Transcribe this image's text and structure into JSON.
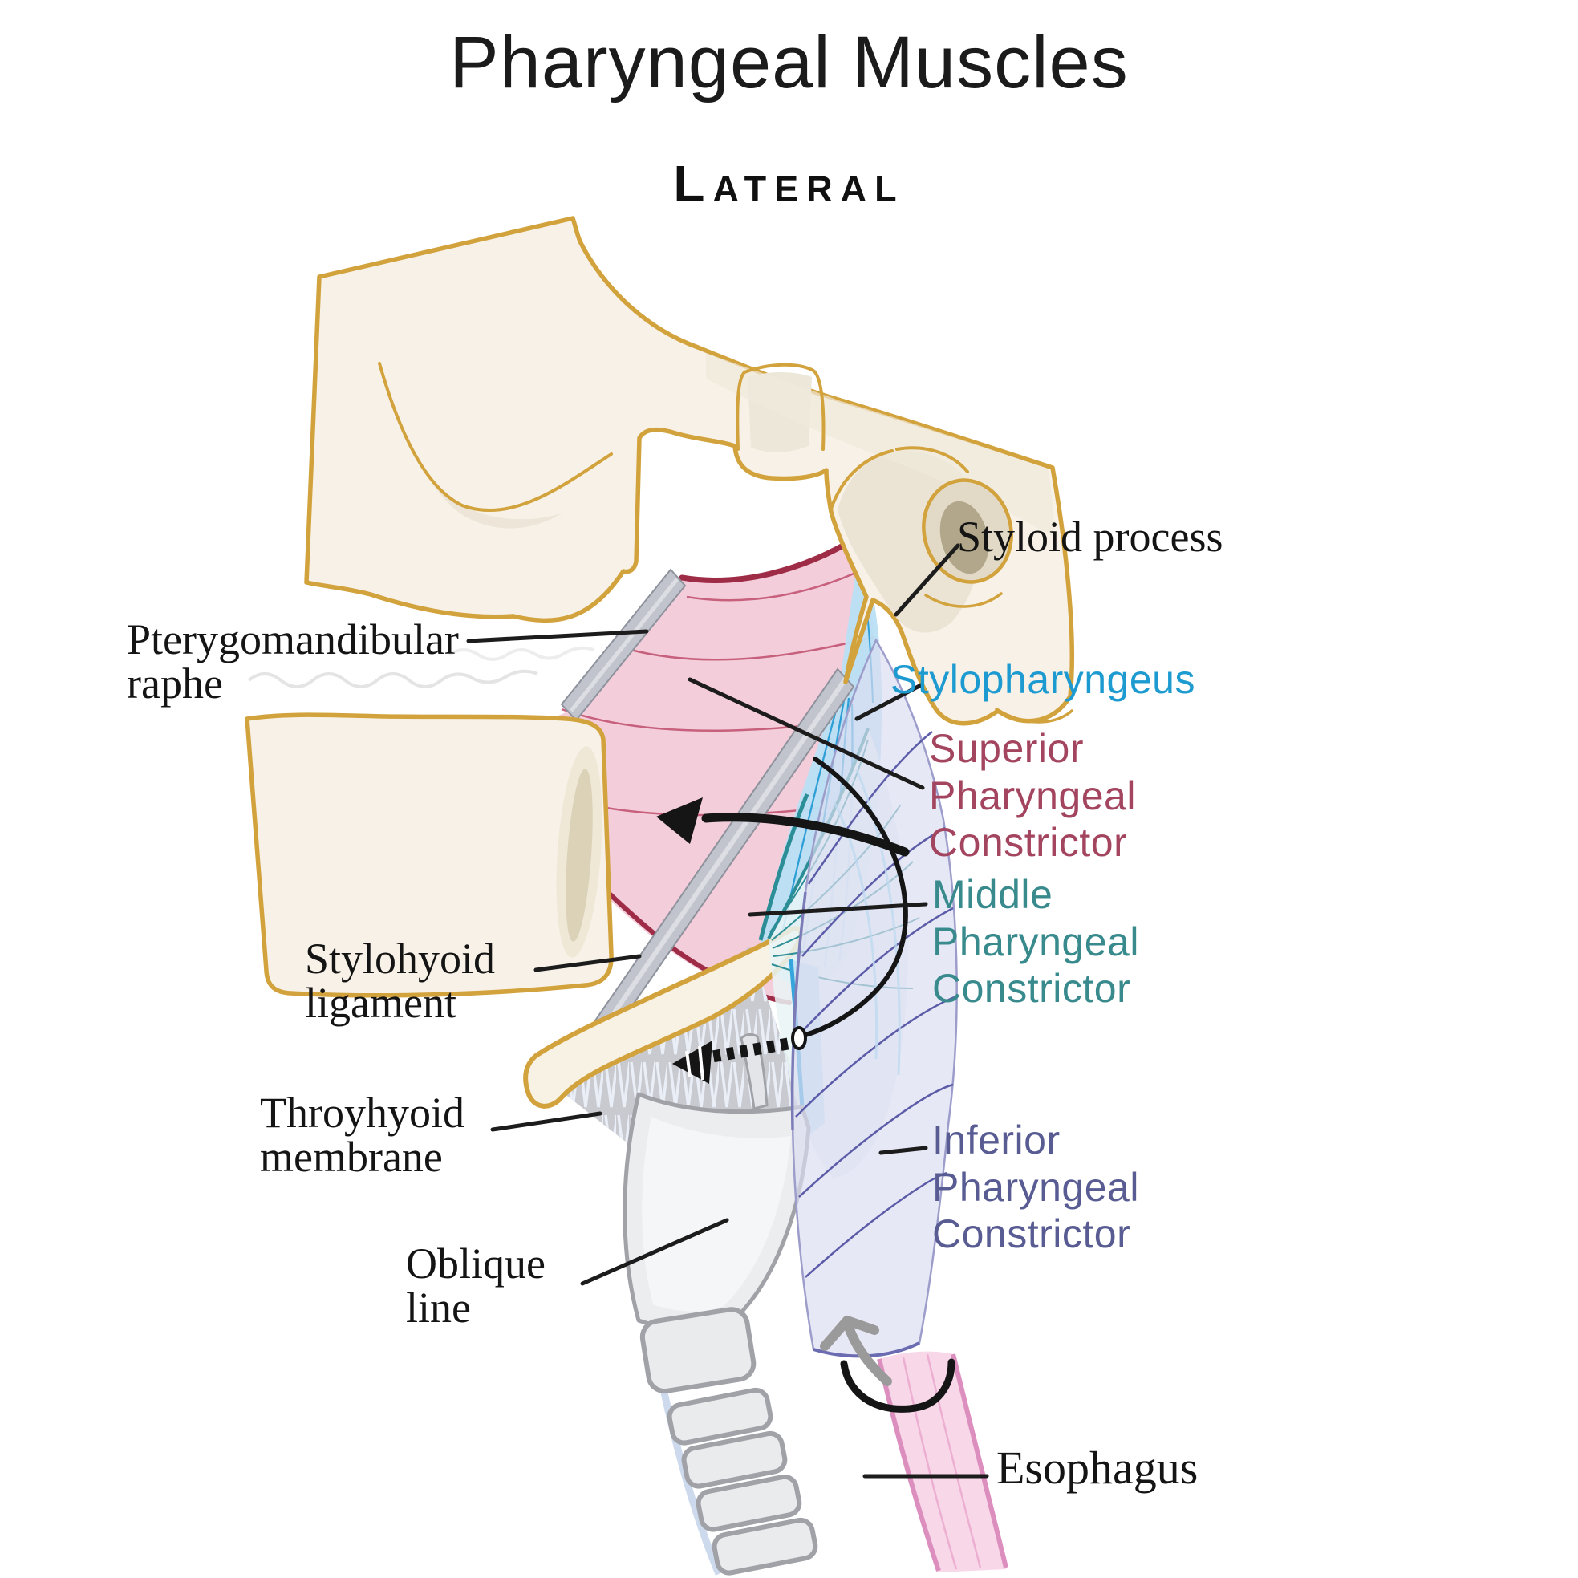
{
  "title": "Pharyngeal Muscles",
  "view": "Lateral",
  "labels": {
    "pterygomandibular_raphe": {
      "text": "Pterygomandibular\nraphe",
      "color": "#141414"
    },
    "styloid_process": {
      "text": "Styloid process",
      "color": "#141414"
    },
    "stylopharyngeus": {
      "text": "Stylopharyngeus",
      "color": "#1d9bd1"
    },
    "superior_pharyngeal_constrictor": {
      "text": "Superior\nPharyngeal\nConstrictor",
      "color": "#a4455f"
    },
    "middle_pharyngeal_constrictor": {
      "text": "Middle\nPharyngeal\nConstrictor",
      "color": "#388a8d"
    },
    "stylohyoid_ligament": {
      "text": "Stylohyoid\nligament",
      "color": "#141414"
    },
    "thyrohyoid_membrane": {
      "text": "Throyhyoid\nmembrane",
      "color": "#141414"
    },
    "inferior_pharyngeal_constrictor": {
      "text": "Inferior\nPharyngeal\nConstrictor",
      "color": "#585c92"
    },
    "oblique_line": {
      "text": "Oblique\nline",
      "color": "#141414"
    },
    "esophagus": {
      "text": "Esophagus",
      "color": "#141414"
    }
  },
  "colors": {
    "bone_fill": "#F7F1E7",
    "bone_outline": "#D2A23C",
    "superior_constrictor_fill": "#F4CDDB",
    "superior_constrictor_edge": "#9E2C47",
    "stylopharyngeus_fill": "#B9DFF4",
    "stylopharyngeus_fiber": "#2E9FD6",
    "middle_constrictor_fill": "#E9F5F6",
    "middle_constrictor_fiber": "#2F8F96",
    "inferior_constrictor_fill": "#DCDDF0",
    "inferior_constrictor_fiber": "#5B5BA8",
    "ligament_band": "#C1C4CC",
    "cartilage_fill": "#ECEDEF",
    "cartilage_outline": "#A0A2A8",
    "esophagus_fill": "#F8D7E8",
    "esophagus_edge": "#DC8FBE",
    "leader_line": "#1c1c1c"
  }
}
